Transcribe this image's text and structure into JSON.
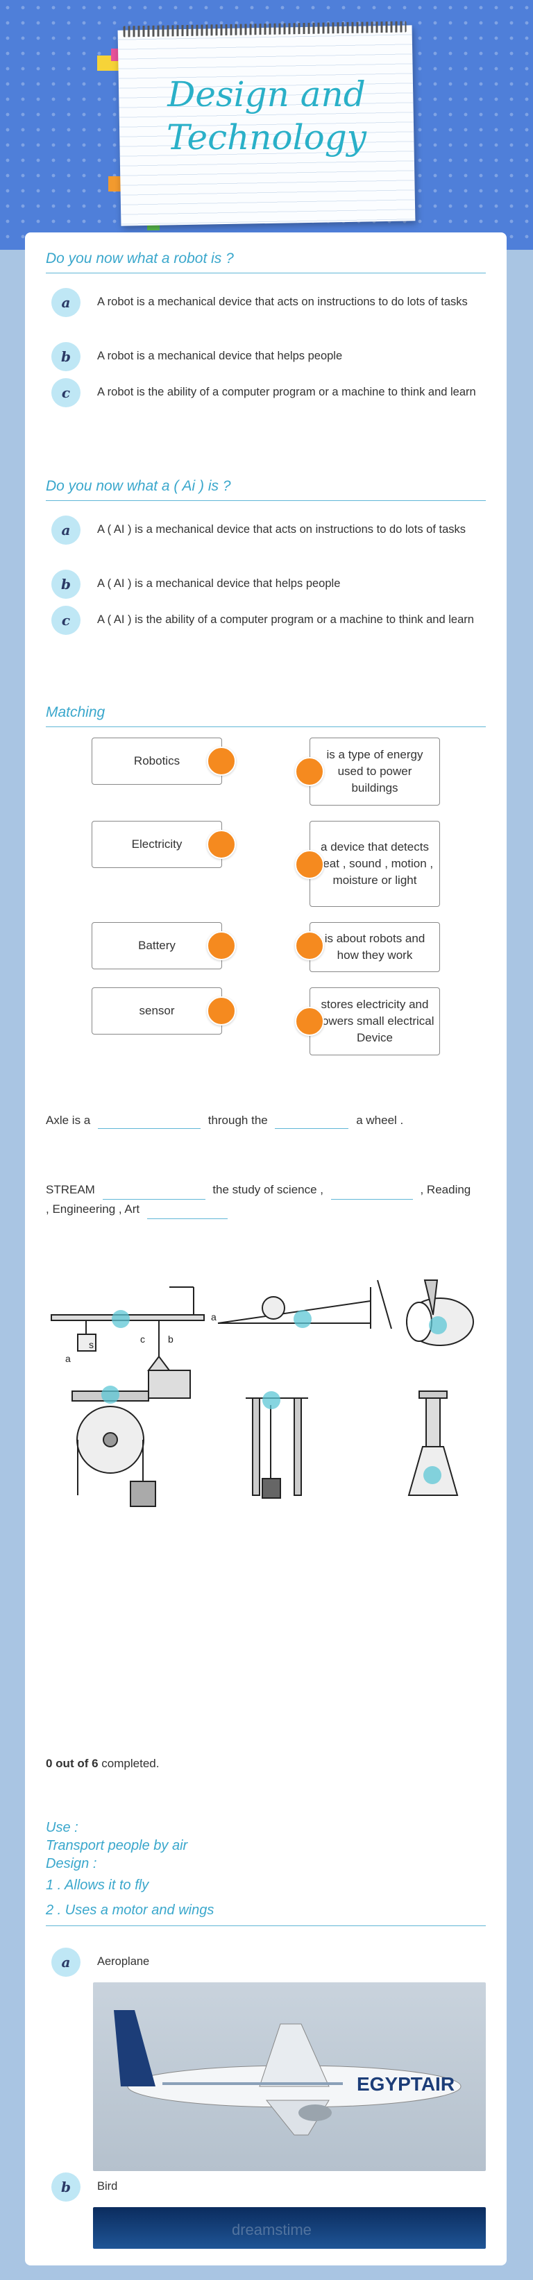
{
  "header": {
    "title_line1": "Design and",
    "title_line2": "Technology"
  },
  "q1": {
    "title": "Do you now what a robot is ?",
    "options": [
      {
        "badge": "a",
        "text": "A robot is a mechanical device that acts on instructions to do lots of tasks"
      },
      {
        "badge": "b",
        "text": "A robot is a mechanical device that helps people"
      },
      {
        "badge": "c",
        "text": "A robot is the ability of a computer program or a machine to think and learn"
      }
    ]
  },
  "q2": {
    "title": "Do you now what a ( Ai ) is ?",
    "options": [
      {
        "badge": "a",
        "text": "A ( AI ) is a mechanical device that acts on instructions to do lots of tasks"
      },
      {
        "badge": "b",
        "text": "A ( AI ) is a mechanical device that helps people"
      },
      {
        "badge": "c",
        "text": "A ( AI ) is the ability of a computer program or a machine to think and learn"
      }
    ]
  },
  "matching": {
    "title": "Matching",
    "left": [
      "Robotics",
      "Electricity",
      "Battery",
      "sensor"
    ],
    "right": [
      "is a type of energy used to power buildings",
      "a device that detects heat , sound , motion , moisture or light",
      "is about robots and how they work",
      "stores electricity and powers small electrical Device"
    ]
  },
  "fill1": {
    "part1": "Axle is a",
    "part2": "through the",
    "part3": "a wheel ."
  },
  "fill2": {
    "part1": "STREAM",
    "part2": "the study of science ,",
    "part3": ", Reading",
    "part4": ", Engineering , Art"
  },
  "hotspot_quiz": {
    "completed_count": "0 out of 6",
    "completed_suffix": "completed.",
    "labels": [
      "a",
      "s",
      "c",
      "b",
      "a"
    ]
  },
  "q3": {
    "lines": [
      "Use :",
      "Transport people by air",
      "Design :",
      "1 . Allows it to fly",
      "2 . Uses a motor and wings"
    ],
    "options": [
      {
        "badge": "a",
        "text": "Aeroplane"
      },
      {
        "badge": "b",
        "text": "Bird"
      }
    ],
    "plane_text": "EGYPTAIR",
    "watermark": "dreamstime"
  },
  "colors": {
    "accent": "#3aa7cc",
    "badge": "#bfe7f5",
    "orange": "#f58a1f",
    "background": "#a9c5e3"
  }
}
